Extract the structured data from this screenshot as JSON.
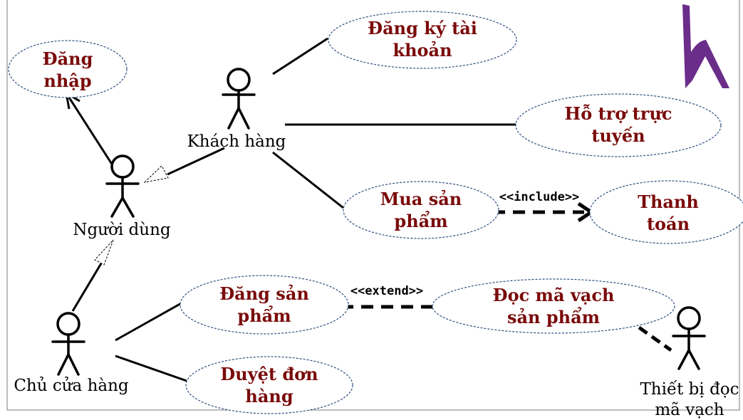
{
  "diagram": {
    "actors": {
      "customer": "Khách hàng",
      "user": "Người dùng",
      "owner": "Chủ cửa hàng",
      "scanner_line1": "Thiết bị đọc",
      "scanner_line2": "mã vạch"
    },
    "use_cases": {
      "login": [
        "Đăng",
        "nhập"
      ],
      "register": [
        "Đăng ký tài",
        "khoản"
      ],
      "support": [
        "Hỗ trợ trực",
        "tuyến"
      ],
      "buy": [
        "Mua sản",
        "phẩm"
      ],
      "pay": [
        "Thanh",
        "toán"
      ],
      "post": [
        "Đăng sản",
        "phẩm"
      ],
      "scan": [
        "Đọc mã vạch",
        "sản phẩm"
      ],
      "approve": [
        "Duyệt đơn",
        "hàng"
      ]
    },
    "relations": {
      "include": "<<include>>",
      "extend": "<<extend>>"
    },
    "colors": {
      "use_case_text": "#7a0a0a",
      "ellipse_border": "#2f4f7f",
      "logo": "#6b2d8a"
    },
    "logo_icon": "h-logo-icon"
  }
}
